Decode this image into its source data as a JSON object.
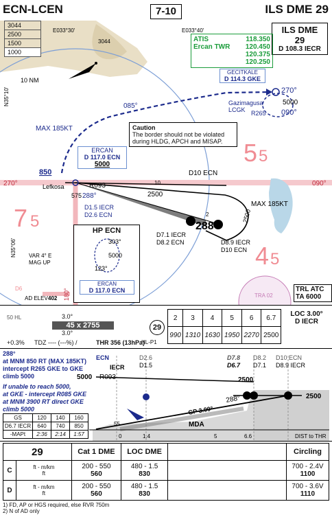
{
  "header": {
    "airport": "ECN-LCEN",
    "page": "7-10",
    "procedure": "ILS DME 29"
  },
  "plan": {
    "ils_box": {
      "title": "ILS DME",
      "runway": "29",
      "freq": "D 108.3 IECR"
    },
    "mora": [
      "3044",
      "2500",
      "1500",
      "1000"
    ],
    "lat_lon": {
      "lon1": "E033°30'",
      "lon2": "E033°40'",
      "lat1": "N35°10'",
      "lat2": "N35°06'"
    },
    "spot_elev": "3044",
    "nm": "10 NM",
    "comms": {
      "atis_label": "ATIS",
      "twr_label": "Ercan TWR",
      "atis": "118.350",
      "twr": [
        "120.450",
        "120.375",
        "120.250"
      ]
    },
    "gke": {
      "name": "GECITKALE",
      "freq": "D 114.3 GKE",
      "loc": "Gazimagusa",
      "icao": "LCGK",
      "radial": "R265",
      "hold_in": "270°",
      "hold_alt": "5000",
      "hold_out": "090°"
    },
    "track_085": "085°",
    "max185": "MAX 185KT",
    "caution": {
      "title": "Caution",
      "text": [
        "The border should not be violated",
        "during HLDG, APCH and MISAP."
      ]
    },
    "ercan": {
      "name": "ERCAN",
      "freq": "D 117.0 ECN",
      "alt": "5000"
    },
    "alt_850": "850",
    "lefkosa": "Lefkosa",
    "r093": "R093",
    "alt_575": "575",
    "crs_288": "288°",
    "d15": [
      "D1.5 IECR",
      "D2.6 ECN"
    ],
    "radial_270": "270°",
    "radial_090": "090°",
    "dist_10": "10",
    "alt_2500": "2500",
    "d10": "D10 ECN",
    "max185_2": "MAX 185KT",
    "alt_2500_v": "2500",
    "fac": "288°",
    "ff_label": "2",
    "d71": [
      "D7.1 IECR",
      "D8.2 ECN"
    ],
    "d89": [
      "D8.9 IECR",
      "D10 ECN"
    ],
    "msa": {
      "n": "5",
      "sub_n": "5",
      "w": "7",
      "sub_w": "5",
      "s": "4",
      "sub_s": "5"
    },
    "hp_box": {
      "title": "HP ECN",
      "c1": "303°",
      "alt": "5000",
      "c2": "123°",
      "ercan": "ERCAN",
      "freq": "D 117.0 ECN"
    },
    "var": [
      "VAR 4° E",
      "MAG UP"
    ],
    "elev": {
      "label": "AD ELEV",
      "value": "402"
    },
    "d6": "D6",
    "r180": "180°",
    "tra": "TRA 02",
    "trl": [
      "TRL ATC",
      "TA 6000"
    ]
  },
  "ils_table": {
    "hl": "50 HL",
    "gp_vals": [
      "3.0°",
      "45 x 2755",
      "3.0°"
    ],
    "pct": "+0.3%",
    "tdz": "TDZ ---- (---%) / ",
    "thr": "THR 356 (13hPa)",
    "rwy": "29",
    "hl_p1": "HL-P1",
    "loc_label": "LOC 3.00°",
    "loc_freq": "D IECR",
    "dme": [
      "2",
      "3",
      "4",
      "5",
      "6",
      "6.7"
    ],
    "alts": [
      "990",
      "1310",
      "1630",
      "1950",
      "2270",
      "2500"
    ]
  },
  "profile": {
    "text": [
      {
        "t": "288°",
        "c": "#1b2a8c"
      },
      {
        "t": "at MNM 850 RT (MAX 185KT)",
        "c": "#1b2a8c"
      },
      {
        "t": "intercept R265 GKE to GKE",
        "c": "#1b2a8c"
      },
      {
        "t": "climb 5000",
        "c": "#1b2a8c"
      },
      {
        "t": "If unable to reach 5000,",
        "c": "#1b2a8c"
      },
      {
        "t": "at GKE - intercept R085 GKE",
        "c": "#1b2a8c"
      },
      {
        "t": "at MNM 3900 RT direct GKE",
        "c": "#1b2a8c"
      },
      {
        "t": "climb 5000",
        "c": "#1b2a8c"
      }
    ],
    "gs_head": [
      "GS",
      "120",
      "140",
      "160"
    ],
    "gs_rows": [
      [
        "D6.7 IECR",
        "640",
        "740",
        "850"
      ],
      [
        "-MAPt",
        "2:36",
        "2:14",
        "1:57"
      ]
    ],
    "top_labels": [
      "ECN",
      "IECR",
      "D2.6",
      "D1.5",
      "D7.8",
      "D6.7",
      "D8.2",
      "D7.1",
      "D10 ECN",
      "D8.9 IECR"
    ],
    "alt_5000": "5000",
    "r093": "R093",
    "alt_2500a": "2500",
    "alt_2500b": "2500",
    "crs": "288°",
    "gp": "GP 3.00°",
    "mda": "MDA",
    "scale": [
      "0",
      "1.4",
      "5",
      "6.6"
    ],
    "thr_dist": "DIST to THR",
    "fifty_five": "55"
  },
  "minima": {
    "rwy": "29",
    "headers": [
      "Cat 1 DME",
      "LOC DME",
      "Circling"
    ],
    "rows": [
      {
        "cat": "C",
        "unit": [
          "ft - m/km",
          "ft"
        ],
        "cat1": [
          "200 - 550",
          "560"
        ],
        "loc": [
          "480 - 1.5",
          "830"
        ],
        "circ": [
          "700 - 2.4V",
          "1100"
        ]
      },
      {
        "cat": "D",
        "unit": [
          "ft - m/km",
          "ft"
        ],
        "cat1": [
          "200 - 550",
          "560"
        ],
        "loc": [
          "480 - 1.5",
          "830"
        ],
        "circ": [
          "700 - 3.6V",
          "1110"
        ]
      }
    ],
    "foot": [
      "1) FD, AP or HGS required, else RVR 750m",
      "2) N of AD only"
    ]
  }
}
